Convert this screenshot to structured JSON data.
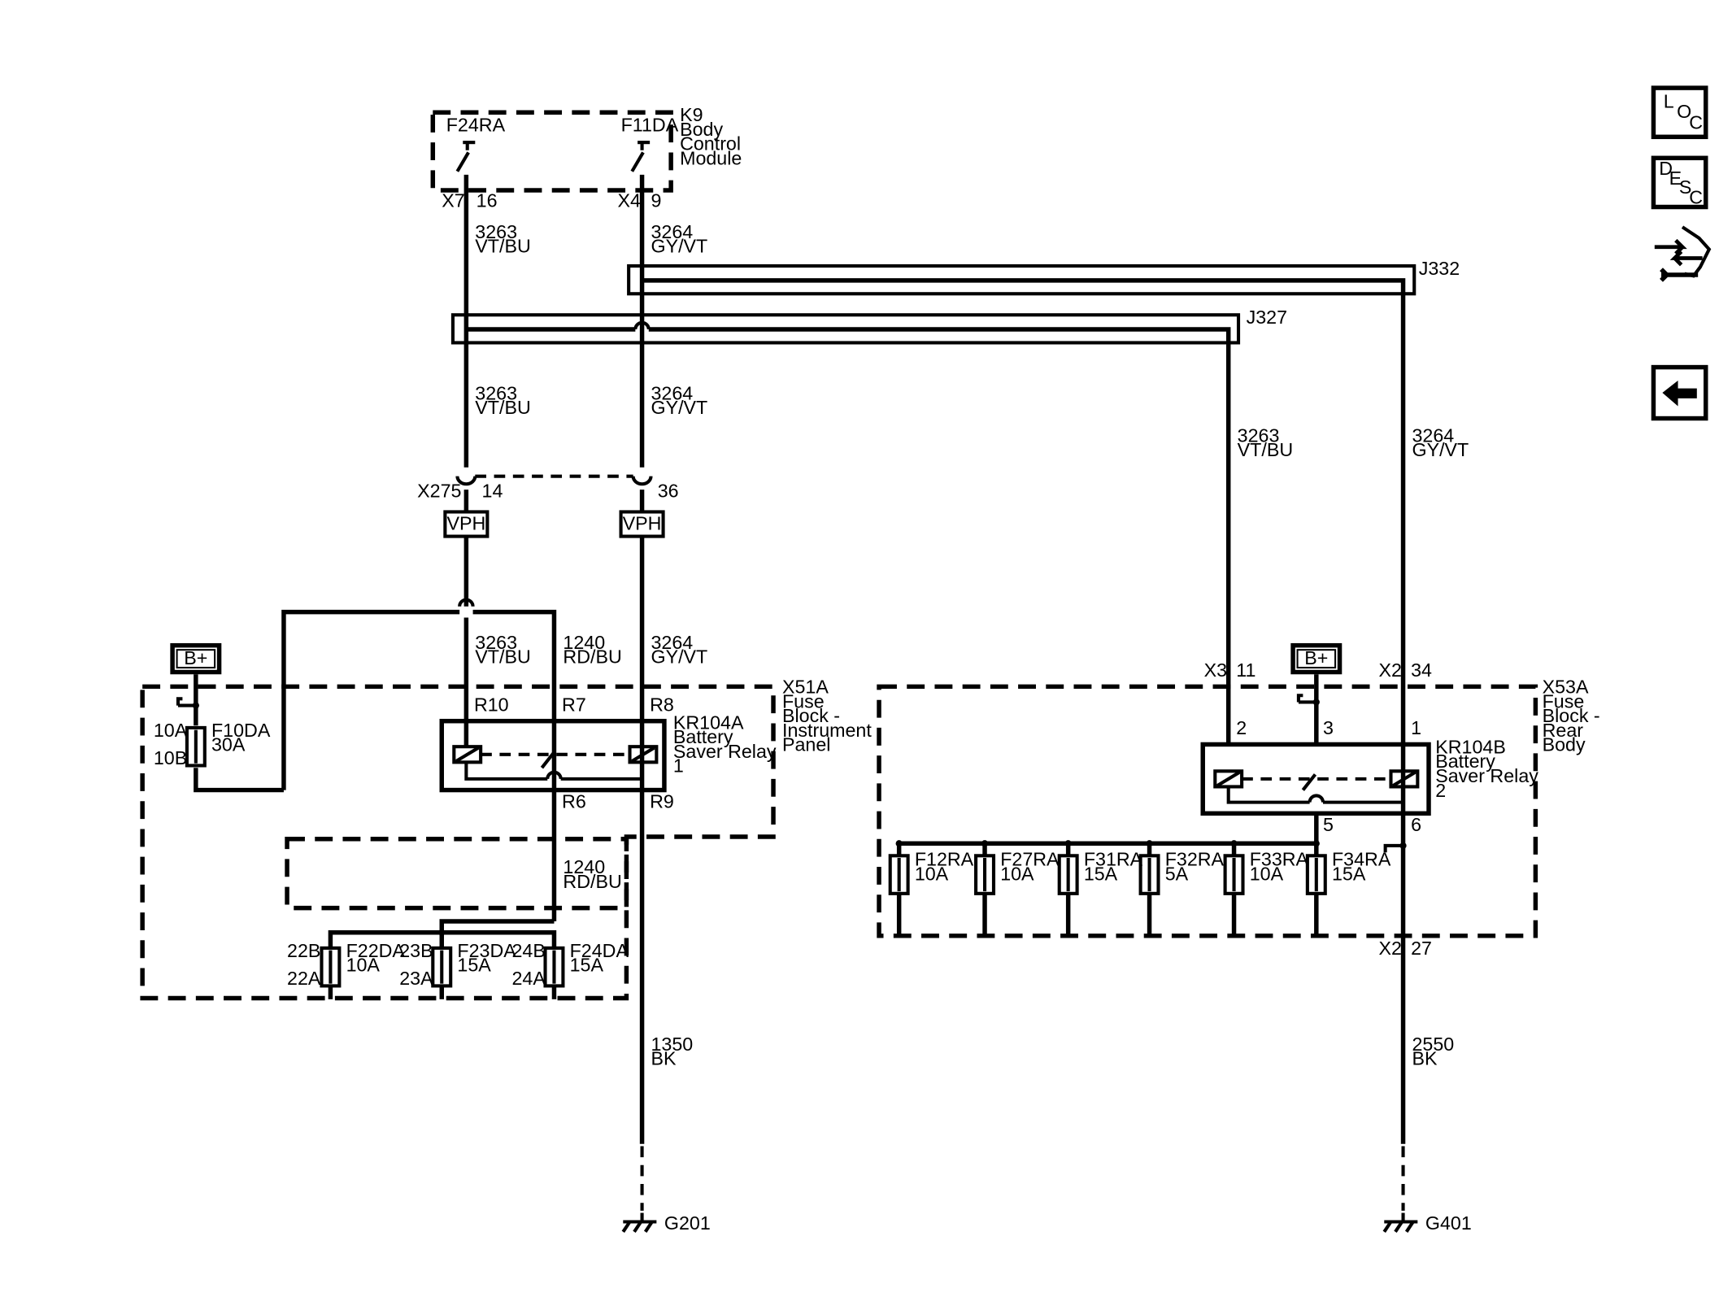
{
  "modules": {
    "k9": {
      "lines": [
        "K9",
        "Body",
        "Control",
        "Module"
      ]
    },
    "x51a": {
      "lines": [
        "X51A",
        "Fuse",
        "Block -",
        "Instrument",
        "Panel"
      ]
    },
    "x53a": {
      "lines": [
        "X53A",
        "Fuse",
        "Block -",
        "Rear",
        "Body"
      ]
    },
    "kr104a": {
      "lines": [
        "KR104A",
        "Battery",
        "Saver Relay",
        "1"
      ]
    },
    "kr104b": {
      "lines": [
        "KR104B",
        "Battery",
        "Saver Relay",
        "2"
      ]
    }
  },
  "k9_outputs": {
    "f24ra": "F24RA",
    "f11da": "F11DA"
  },
  "connectors": {
    "x7": "X7",
    "x7_pin": "16",
    "x4": "X4",
    "x4_pin": "9",
    "x275": "X275",
    "x275_pin_a": "14",
    "x275_pin_b": "36",
    "x3": "X3",
    "x3_pin": "11",
    "x2_top": "X2",
    "x2_top_pin": "34",
    "x2_bottom": "X2",
    "x2_bottom_pin": "27"
  },
  "splices": {
    "j332": "J332",
    "j327": "J327"
  },
  "inline_parts": {
    "vph_left": "VPH",
    "vph_right": "VPH"
  },
  "power": {
    "bplus_left": "B+",
    "bplus_right": "B+"
  },
  "wires": {
    "w3263_top": {
      "num": "3263",
      "color": "VT/BU"
    },
    "w3264_top": {
      "num": "3264",
      "color": "GY/VT"
    },
    "w3263_mid": {
      "num": "3263",
      "color": "VT/BU"
    },
    "w3264_mid": {
      "num": "3264",
      "color": "GY/VT"
    },
    "w3263_right": {
      "num": "3263",
      "color": "VT/BU"
    },
    "w3264_right": {
      "num": "3264",
      "color": "GY/VT"
    },
    "w3263_low": {
      "num": "3263",
      "color": "VT/BU"
    },
    "w1240_low": {
      "num": "1240",
      "color": "RD/BU"
    },
    "w3264_low": {
      "num": "3264",
      "color": "GY/VT"
    },
    "w1240_feed": {
      "num": "1240",
      "color": "RD/BU"
    },
    "w1350": {
      "num": "1350",
      "color": "BK"
    },
    "w2550": {
      "num": "2550",
      "color": "BK"
    }
  },
  "relay_pins_a": {
    "r10": "R10",
    "r7": "R7",
    "r8": "R8",
    "r6": "R6",
    "r9": "R9"
  },
  "relay_pins_b": {
    "p2": "2",
    "p3": "3",
    "p1": "1",
    "p5": "5",
    "p6": "6"
  },
  "fuses_left": {
    "f10da": {
      "name": "F10DA",
      "rating": "30A",
      "top": "10A",
      "bottom": "10B"
    },
    "f22da": {
      "name": "F22DA",
      "rating": "10A",
      "top": "22B",
      "bottom": "22A"
    },
    "f23da": {
      "name": "F23DA",
      "rating": "15A",
      "top": "23B",
      "bottom": "23A"
    },
    "f24da": {
      "name": "F24DA",
      "rating": "15A",
      "top": "24B",
      "bottom": "24A"
    }
  },
  "fuses_right": [
    {
      "name": "F12RA",
      "rating": "10A"
    },
    {
      "name": "F27RA",
      "rating": "10A"
    },
    {
      "name": "F31RA",
      "rating": "15A"
    },
    {
      "name": "F32RA",
      "rating": "5A"
    },
    {
      "name": "F33RA",
      "rating": "10A"
    },
    {
      "name": "F34RA",
      "rating": "15A"
    }
  ],
  "grounds": {
    "g201": "G201",
    "g401": "G401"
  },
  "nav_buttons": {
    "loc": {
      "letters": [
        "L",
        "O",
        "C"
      ]
    },
    "desc": {
      "letters": [
        "D",
        "E",
        "S",
        "C"
      ]
    }
  }
}
